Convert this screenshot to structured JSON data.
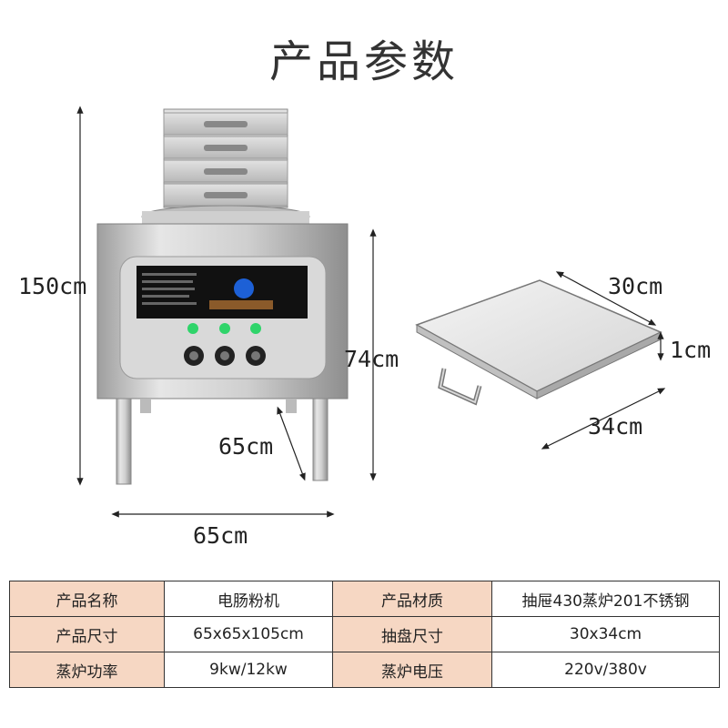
{
  "title": "产品参数",
  "dimensions": {
    "total_height": "150cm",
    "body_height": "74cm",
    "depth": "65cm",
    "width": "65cm",
    "tray_width": "30cm",
    "tray_length": "34cm",
    "tray_height": "1cm"
  },
  "specs": [
    {
      "k1": "产品名称",
      "v1": "电肠粉机",
      "k2": "产品材质",
      "v2": "抽屉430蒸炉201不锈钢"
    },
    {
      "k1": "产品尺寸",
      "v1": "65x65x105cm",
      "k2": "抽盘尺寸",
      "v2": "30x34cm"
    },
    {
      "k1": "蒸炉功率",
      "v1": "9kw/12kw",
      "k2": "蒸炉电压",
      "v2": "220v/380v"
    }
  ],
  "colors": {
    "table_key_bg": "#f6d7c3",
    "steel": "#c9c9c9",
    "panel": "#111111",
    "indicator": "#2fd46a"
  }
}
